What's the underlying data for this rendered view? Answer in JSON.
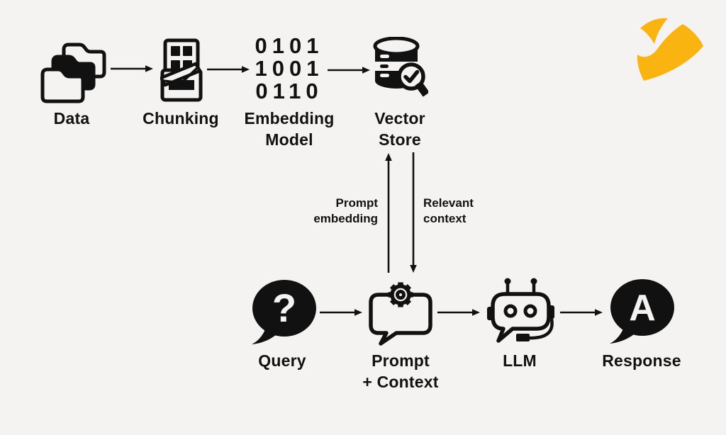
{
  "colors": {
    "background": "#f4f3f1",
    "ink": "#111111",
    "logo_yellow": "#f9b412"
  },
  "brand": {
    "logo_icon": "yellow-double-swoosh"
  },
  "pipeline_top": {
    "data": {
      "label": "Data"
    },
    "chunking": {
      "label": "Chunking"
    },
    "embedding_model": {
      "binary": [
        "0101",
        "1001",
        "0110"
      ],
      "lines": [
        "Embedding",
        "Model"
      ]
    },
    "vector_store": {
      "lines": [
        "Vector",
        "Store"
      ]
    }
  },
  "edges": {
    "prompt_embedding": {
      "lines": [
        "Prompt",
        "embedding"
      ]
    },
    "relevant_context": {
      "lines": [
        "Relevant",
        "context"
      ]
    }
  },
  "pipeline_bottom": {
    "query": {
      "label": "Query",
      "glyph": "?"
    },
    "prompt_context": {
      "lines": [
        "Prompt",
        "+ Context"
      ]
    },
    "llm": {
      "label": "LLM"
    },
    "response": {
      "label": "Response",
      "glyph": "A"
    }
  }
}
